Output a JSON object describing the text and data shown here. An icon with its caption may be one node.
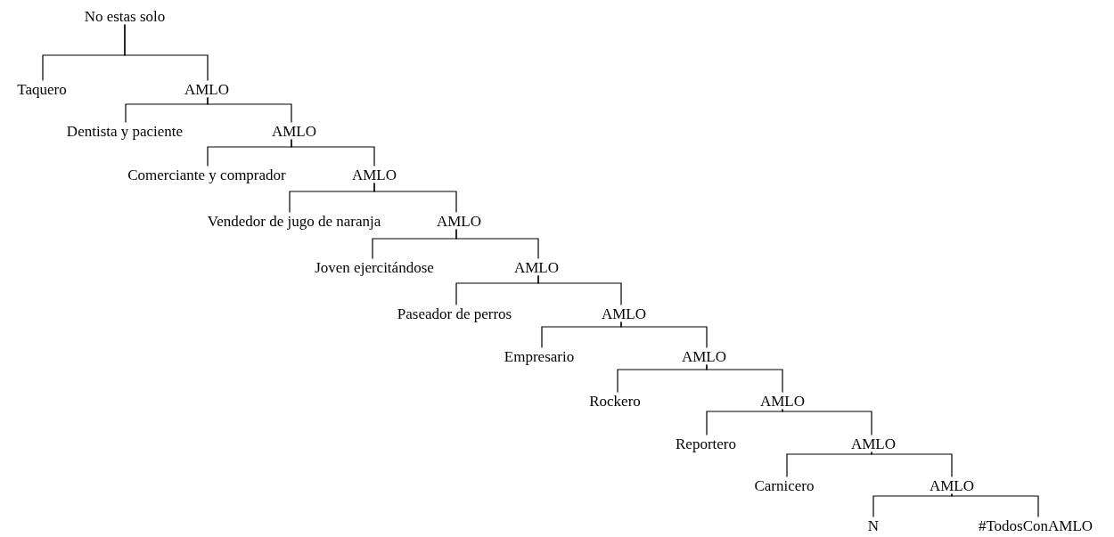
{
  "diagram": {
    "nodes": [
      {
        "text": [
          "No estas solo"
        ]
      },
      {
        "text": [
          "Taquero"
        ]
      },
      {
        "text": [
          "AMLO"
        ]
      },
      {
        "text": [
          "Dentista y paciente"
        ]
      },
      {
        "text": [
          "AMLO"
        ]
      },
      {
        "text": [
          "Comerciante y comprador"
        ]
      },
      {
        "text": [
          "AMLO"
        ]
      },
      {
        "text": [
          "Vendedor de jugo de naranja"
        ]
      },
      {
        "text": [
          "AMLO"
        ]
      },
      {
        "text": [
          "Joven ejercitándose"
        ]
      },
      {
        "text": [
          "AMLO"
        ]
      },
      {
        "text": [
          "Paseador de perros"
        ]
      },
      {
        "text": [
          "AMLO"
        ]
      },
      {
        "text": [
          "Empresario"
        ]
      },
      {
        "text": [
          "AMLO"
        ]
      },
      {
        "text": [
          "Rockero"
        ]
      },
      {
        "text": [
          "AMLO"
        ]
      },
      {
        "text": [
          "Reportero"
        ]
      },
      {
        "text": [
          "AMLO"
        ]
      },
      {
        "text": [
          "Carnicero"
        ]
      },
      {
        "text": [
          "AMLO"
        ]
      },
      {
        "text": [
          "N"
        ]
      },
      {
        "text": [
          "#TodosConAMLO"
        ]
      }
    ],
    "edges": [
      {
        "from": 0,
        "to": 1,
        "arrow": "none"
      },
      {
        "from": 0,
        "to": 2,
        "arrow": "none"
      },
      {
        "from": 2,
        "to": 3,
        "arrow": "none"
      },
      {
        "from": 2,
        "to": 4,
        "arrow": "none"
      },
      {
        "from": 4,
        "to": 5,
        "arrow": "none"
      },
      {
        "from": 4,
        "to": 6,
        "arrow": "none"
      },
      {
        "from": 6,
        "to": 7,
        "arrow": "none"
      },
      {
        "from": 6,
        "to": 8,
        "arrow": "none"
      },
      {
        "from": 8,
        "to": 9,
        "arrow": "none"
      },
      {
        "from": 8,
        "to": 10,
        "arrow": "none"
      },
      {
        "from": 10,
        "to": 11,
        "arrow": "none"
      },
      {
        "from": 10,
        "to": 12,
        "arrow": "none"
      },
      {
        "from": 12,
        "to": 13,
        "arrow": "none"
      },
      {
        "from": 12,
        "to": 14,
        "arrow": "none"
      },
      {
        "from": 14,
        "to": 15,
        "arrow": "none"
      },
      {
        "from": 14,
        "to": 16,
        "arrow": "none"
      },
      {
        "from": 16,
        "to": 17,
        "arrow": "none"
      },
      {
        "from": 16,
        "to": 18,
        "arrow": "none"
      },
      {
        "from": 18,
        "to": 19,
        "arrow": "none"
      },
      {
        "from": 18,
        "to": 20,
        "arrow": "none"
      },
      {
        "from": 20,
        "to": 21,
        "arrow": "none"
      },
      {
        "from": 20,
        "to": 22,
        "arrow": "none"
      }
    ]
  }
}
